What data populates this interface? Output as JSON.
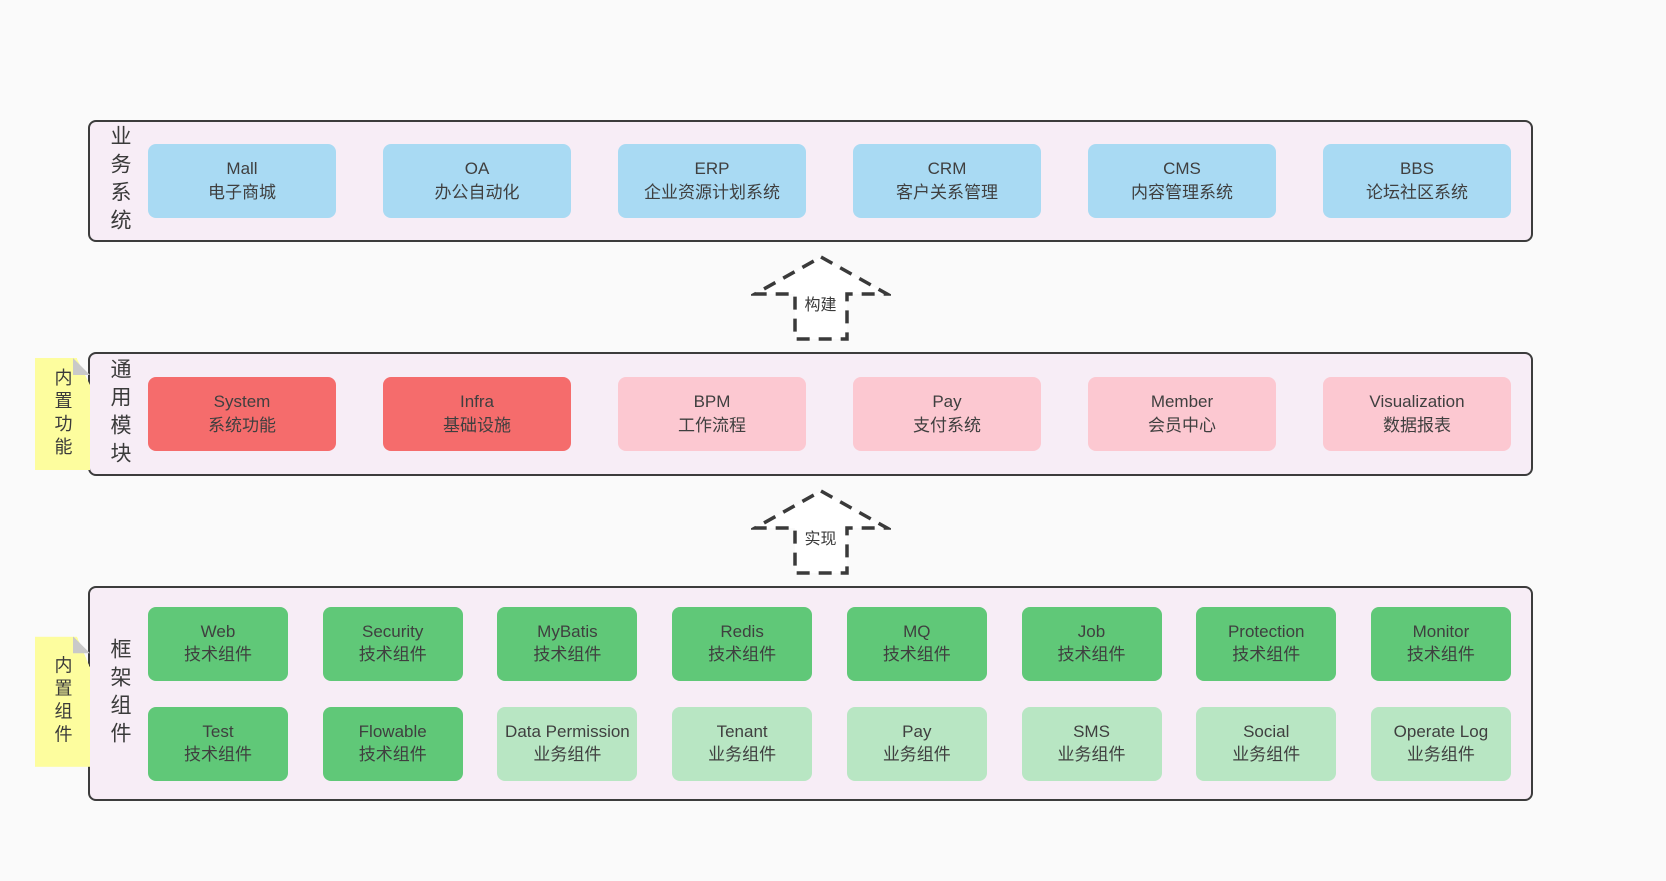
{
  "colors": {
    "page_bg": "#fafafa",
    "layer_bg": "#f7edf6",
    "layer_border": "#3c3c3c",
    "box_blue": "#a9daf3",
    "box_red": "#f56c6c",
    "box_pink": "#fcc8d1",
    "box_green": "#60c878",
    "box_light_green": "#b8e6c3",
    "sticky_yellow": "#fdfd9e",
    "sticky_fold_gray": "#c9c9c9",
    "arrow_stroke": "#3a3a3a"
  },
  "arrows": [
    {
      "label": "构建"
    },
    {
      "label": "实现"
    }
  ],
  "layers": [
    {
      "id": "business-systems",
      "title": "业务系统",
      "note": null,
      "boxes": [
        {
          "name": "Mall",
          "desc": "电子商城",
          "variant": "blue"
        },
        {
          "name": "OA",
          "desc": "办公自动化",
          "variant": "blue"
        },
        {
          "name": "ERP",
          "desc": "企业资源计划系统",
          "variant": "blue"
        },
        {
          "name": "CRM",
          "desc": "客户关系管理",
          "variant": "blue"
        },
        {
          "name": "CMS",
          "desc": "内容管理系统",
          "variant": "blue"
        },
        {
          "name": "BBS",
          "desc": "论坛社区系统",
          "variant": "blue"
        }
      ]
    },
    {
      "id": "common-modules",
      "title": "通用模块",
      "note": "内置功能",
      "boxes": [
        {
          "name": "System",
          "desc": "系统功能",
          "variant": "red"
        },
        {
          "name": "Infra",
          "desc": "基础设施",
          "variant": "red"
        },
        {
          "name": "BPM",
          "desc": "工作流程",
          "variant": "pink"
        },
        {
          "name": "Pay",
          "desc": "支付系统",
          "variant": "pink"
        },
        {
          "name": "Member",
          "desc": "会员中心",
          "variant": "pink"
        },
        {
          "name": "Visualization",
          "desc": "数据报表",
          "variant": "pink"
        }
      ]
    },
    {
      "id": "framework-components",
      "title": "框架组件",
      "note": "内置组件",
      "boxes": [
        {
          "name": "Web",
          "desc": "技术组件",
          "variant": "green"
        },
        {
          "name": "Security",
          "desc": "技术组件",
          "variant": "green"
        },
        {
          "name": "MyBatis",
          "desc": "技术组件",
          "variant": "green"
        },
        {
          "name": "Redis",
          "desc": "技术组件",
          "variant": "green"
        },
        {
          "name": "MQ",
          "desc": "技术组件",
          "variant": "green"
        },
        {
          "name": "Job",
          "desc": "技术组件",
          "variant": "green"
        },
        {
          "name": "Protection",
          "desc": "技术组件",
          "variant": "green"
        },
        {
          "name": "Monitor",
          "desc": "技术组件",
          "variant": "green"
        },
        {
          "name": "Test",
          "desc": "技术组件",
          "variant": "green"
        },
        {
          "name": "Flowable",
          "desc": "技术组件",
          "variant": "green"
        },
        {
          "name": "Data Permission",
          "desc": "业务组件",
          "variant": "lightgreen"
        },
        {
          "name": "Tenant",
          "desc": "业务组件",
          "variant": "lightgreen"
        },
        {
          "name": "Pay",
          "desc": "业务组件",
          "variant": "lightgreen"
        },
        {
          "name": "SMS",
          "desc": "业务组件",
          "variant": "lightgreen"
        },
        {
          "name": "Social",
          "desc": "业务组件",
          "variant": "lightgreen"
        },
        {
          "name": "Operate Log",
          "desc": "业务组件",
          "variant": "lightgreen"
        }
      ]
    }
  ]
}
